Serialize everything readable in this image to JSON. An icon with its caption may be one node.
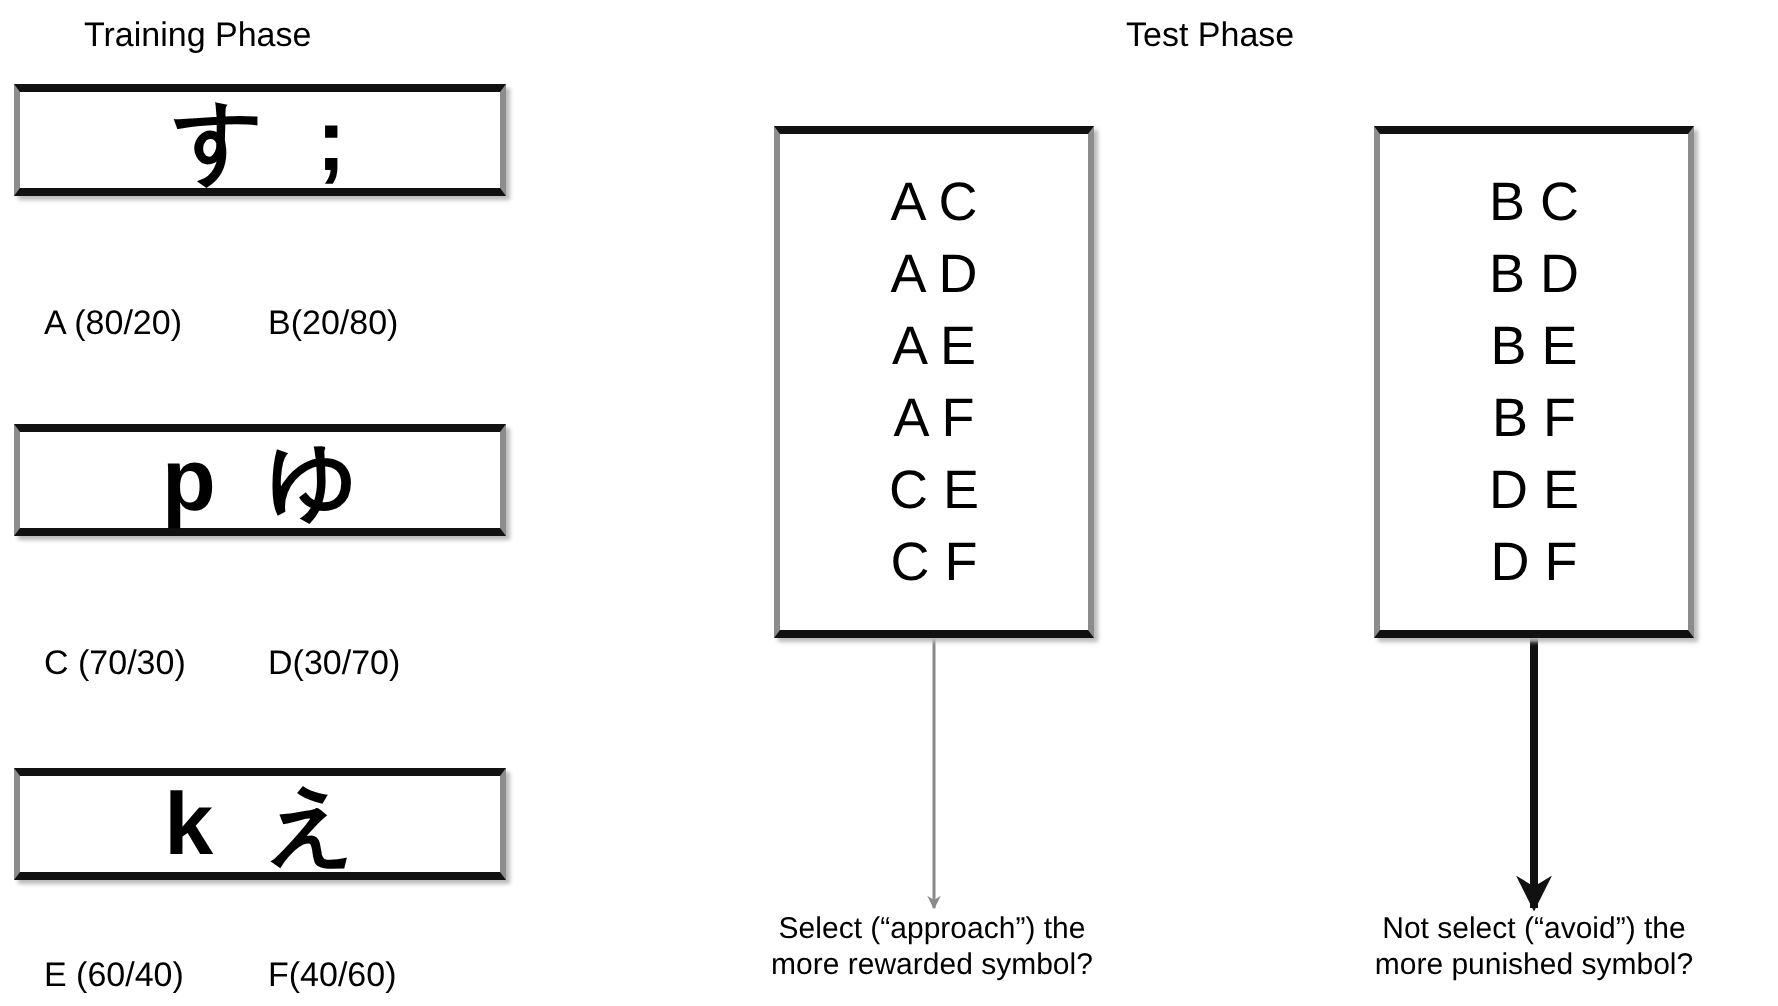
{
  "diagram": {
    "nodes": [
      {
        "text": [
          "す ;"
        ],
        "beside": [
          "A (80/20)",
          "B(20/80)"
        ]
      },
      {
        "text": [
          "p ゆ"
        ],
        "beside": [
          "C (70/30)",
          "D(30/70)"
        ]
      },
      {
        "text": [
          "k え"
        ],
        "beside": [
          "E (60/40)",
          "F(40/60)"
        ]
      },
      {
        "text": [
          "A C",
          "A D",
          "A E",
          "A F",
          "C E",
          "C F"
        ]
      },
      {
        "text": [
          "B C",
          "B D",
          "B E",
          "B F",
          "D E",
          "D F"
        ]
      },
      {
        "text": [
          "Select (“approach”) the more rewarded symbol?"
        ]
      },
      {
        "text": [
          "Not select (“avoid”) the more punished symbol?"
        ]
      }
    ],
    "edges": [
      {
        "from": 3,
        "to": 5,
        "arrow": "to",
        "color": "#8a8a8a"
      },
      {
        "from": 4,
        "to": 6,
        "arrow": "to",
        "style": "thick",
        "color": "#111111"
      }
    ],
    "labels": [
      "Training Phase",
      "Test Phase"
    ]
  }
}
